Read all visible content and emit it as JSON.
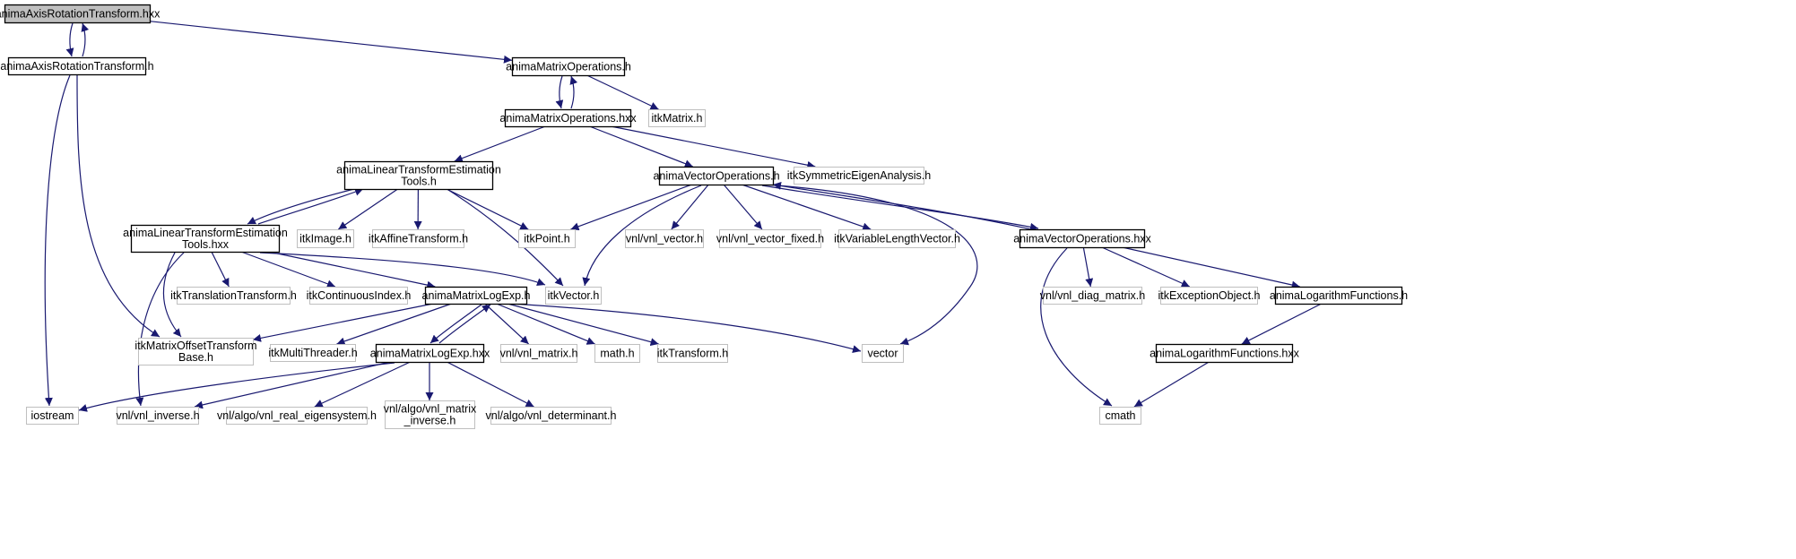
{
  "colors": {
    "edge": "#191970",
    "node_border_strong": "#000000",
    "node_border_light": "#bfbfbf",
    "node_fill_root": "#bfbfbf",
    "node_fill": "#ffffff",
    "text": "#000000"
  },
  "nodes": [
    {
      "id": "axis_hxx",
      "label": "animaAxisRotationTransform.hxx",
      "style": "root"
    },
    {
      "id": "axis_h",
      "label": "animaAxisRotationTransform.h",
      "style": "strong"
    },
    {
      "id": "matops_h",
      "label": "animaMatrixOperations.h",
      "style": "strong"
    },
    {
      "id": "itkMatrix",
      "label": "itkMatrix.h",
      "style": "light"
    },
    {
      "id": "matops_hxx",
      "label": "animaMatrixOperations.hxx",
      "style": "strong"
    },
    {
      "id": "lte_h",
      "label": "animaLinearTransformEstimation\nTools.h",
      "style": "strong"
    },
    {
      "id": "vecops_h",
      "label": "animaVectorOperations.h",
      "style": "strong"
    },
    {
      "id": "itkSym",
      "label": "itkSymmetricEigenAnalysis.h",
      "style": "light"
    },
    {
      "id": "lte_hxx",
      "label": "animaLinearTransformEstimation\nTools.hxx",
      "style": "strong"
    },
    {
      "id": "itkImage",
      "label": "itkImage.h",
      "style": "light"
    },
    {
      "id": "itkAffine",
      "label": "itkAffineTransform.h",
      "style": "light"
    },
    {
      "id": "itkPoint",
      "label": "itkPoint.h",
      "style": "light"
    },
    {
      "id": "vnl_vector",
      "label": "vnl/vnl_vector.h",
      "style": "light"
    },
    {
      "id": "vnl_vector_fixed",
      "label": "vnl/vnl_vector_fixed.h",
      "style": "light"
    },
    {
      "id": "itkVarLen",
      "label": "itkVariableLengthVector.h",
      "style": "light"
    },
    {
      "id": "vecops_hxx",
      "label": "animaVectorOperations.hxx",
      "style": "strong"
    },
    {
      "id": "itkTranslation",
      "label": "itkTranslationTransform.h",
      "style": "light"
    },
    {
      "id": "itkContIndex",
      "label": "itkContinuousIndex.h",
      "style": "light"
    },
    {
      "id": "matlog_h",
      "label": "animaMatrixLogExp.h",
      "style": "strong"
    },
    {
      "id": "itkVector",
      "label": "itkVector.h",
      "style": "light"
    },
    {
      "id": "vnl_diag",
      "label": "vnl/vnl_diag_matrix.h",
      "style": "light"
    },
    {
      "id": "itkException",
      "label": "itkExceptionObject.h",
      "style": "light"
    },
    {
      "id": "logfun_h",
      "label": "animaLogarithmFunctions.h",
      "style": "strong"
    },
    {
      "id": "itkMatOffset",
      "label": "itkMatrixOffsetTransform\nBase.h",
      "style": "light"
    },
    {
      "id": "itkMultiThreader",
      "label": "itkMultiThreader.h",
      "style": "light"
    },
    {
      "id": "matlog_hxx",
      "label": "animaMatrixLogExp.hxx",
      "style": "strong"
    },
    {
      "id": "vnl_matrix",
      "label": "vnl/vnl_matrix.h",
      "style": "light"
    },
    {
      "id": "math_h",
      "label": "math.h",
      "style": "light"
    },
    {
      "id": "itkTransform",
      "label": "itkTransform.h",
      "style": "light"
    },
    {
      "id": "vector",
      "label": "vector",
      "style": "light"
    },
    {
      "id": "logfun_hxx",
      "label": "animaLogarithmFunctions.hxx",
      "style": "strong"
    },
    {
      "id": "iostream",
      "label": "iostream",
      "style": "light"
    },
    {
      "id": "vnl_inverse",
      "label": "vnl/vnl_inverse.h",
      "style": "light"
    },
    {
      "id": "vnl_real_eig",
      "label": "vnl/algo/vnl_real_eigensystem.h",
      "style": "light"
    },
    {
      "id": "vnl_matrix_inverse",
      "label": "vnl/algo/vnl_matrix\n_inverse.h",
      "style": "light"
    },
    {
      "id": "vnl_det",
      "label": "vnl/algo/vnl_determinant.h",
      "style": "light"
    },
    {
      "id": "cmath",
      "label": "cmath",
      "style": "light"
    }
  ],
  "edges": [
    {
      "from": "axis_hxx",
      "to": "axis_h"
    },
    {
      "from": "axis_h",
      "to": "axis_hxx"
    },
    {
      "from": "axis_hxx",
      "to": "matops_h"
    },
    {
      "from": "axis_h",
      "to": "iostream"
    },
    {
      "from": "axis_h",
      "to": "itkMatOffset"
    },
    {
      "from": "matops_h",
      "to": "matops_hxx"
    },
    {
      "from": "matops_hxx",
      "to": "matops_h"
    },
    {
      "from": "matops_h",
      "to": "itkMatrix"
    },
    {
      "from": "matops_hxx",
      "to": "lte_h"
    },
    {
      "from": "matops_hxx",
      "to": "vecops_h"
    },
    {
      "from": "matops_hxx",
      "to": "itkSym"
    },
    {
      "from": "lte_h",
      "to": "lte_hxx"
    },
    {
      "from": "lte_hxx",
      "to": "lte_h"
    },
    {
      "from": "lte_h",
      "to": "itkImage"
    },
    {
      "from": "lte_h",
      "to": "itkAffine"
    },
    {
      "from": "lte_h",
      "to": "itkPoint"
    },
    {
      "from": "lte_h",
      "to": "itkVector"
    },
    {
      "from": "vecops_h",
      "to": "itkPoint"
    },
    {
      "from": "vecops_h",
      "to": "itkVector"
    },
    {
      "from": "vecops_h",
      "to": "vnl_vector"
    },
    {
      "from": "vecops_h",
      "to": "vnl_vector_fixed"
    },
    {
      "from": "vecops_h",
      "to": "itkVarLen"
    },
    {
      "from": "vecops_h",
      "to": "vecops_hxx"
    },
    {
      "from": "vecops_hxx",
      "to": "vecops_h"
    },
    {
      "from": "vecops_h",
      "to": "vector"
    },
    {
      "from": "lte_hxx",
      "to": "itkMatOffset"
    },
    {
      "from": "lte_hxx",
      "to": "itkTranslation"
    },
    {
      "from": "lte_hxx",
      "to": "itkContIndex"
    },
    {
      "from": "lte_hxx",
      "to": "matlog_h"
    },
    {
      "from": "lte_hxx",
      "to": "itkVector"
    },
    {
      "from": "lte_hxx",
      "to": "vnl_inverse"
    },
    {
      "from": "vecops_hxx",
      "to": "vnl_diag"
    },
    {
      "from": "vecops_hxx",
      "to": "itkException"
    },
    {
      "from": "vecops_hxx",
      "to": "logfun_h"
    },
    {
      "from": "vecops_hxx",
      "to": "cmath"
    },
    {
      "from": "matlog_h",
      "to": "itkMatOffset"
    },
    {
      "from": "matlog_h",
      "to": "itkMultiThreader"
    },
    {
      "from": "matlog_h",
      "to": "matlog_hxx"
    },
    {
      "from": "matlog_hxx",
      "to": "matlog_h"
    },
    {
      "from": "matlog_h",
      "to": "vnl_matrix"
    },
    {
      "from": "matlog_h",
      "to": "math_h"
    },
    {
      "from": "matlog_h",
      "to": "itkTransform"
    },
    {
      "from": "matlog_h",
      "to": "vector"
    },
    {
      "from": "matlog_hxx",
      "to": "iostream"
    },
    {
      "from": "matlog_hxx",
      "to": "vnl_inverse"
    },
    {
      "from": "matlog_hxx",
      "to": "vnl_real_eig"
    },
    {
      "from": "matlog_hxx",
      "to": "vnl_matrix_inverse"
    },
    {
      "from": "matlog_hxx",
      "to": "vnl_det"
    },
    {
      "from": "logfun_h",
      "to": "logfun_hxx"
    },
    {
      "from": "logfun_hxx",
      "to": "cmath"
    }
  ]
}
